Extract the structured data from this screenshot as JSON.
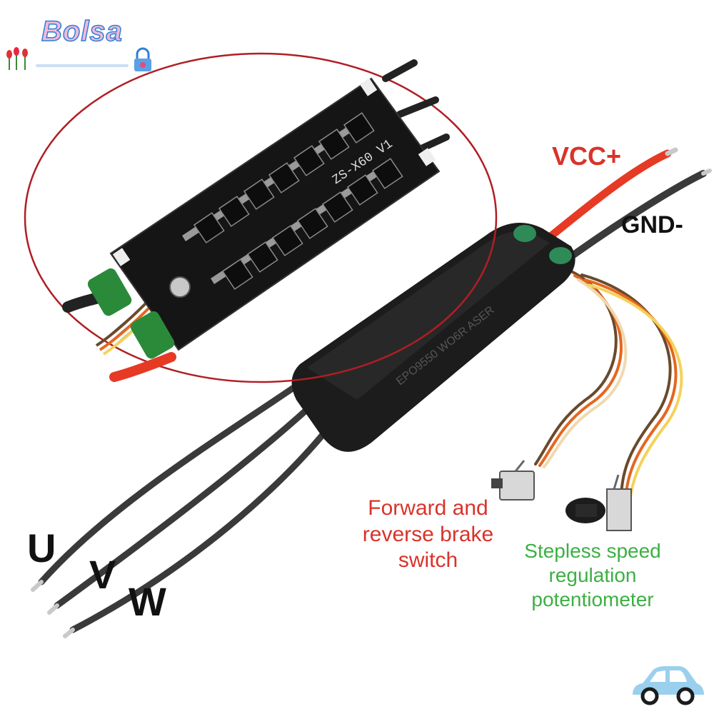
{
  "brand": {
    "name": "Bolsa"
  },
  "board": {
    "marking": "ZS-X60 V1"
  },
  "labels": {
    "vcc": "VCC+",
    "gnd": "GND-",
    "switch_line1": "Forward and",
    "switch_line2": "reverse brake",
    "switch_line3": "switch",
    "pot_line1": "Stepless speed",
    "pot_line2": "regulation",
    "pot_line3": "potentiometer",
    "phase_u": "U",
    "phase_v": "V",
    "phase_w": "W"
  },
  "colors": {
    "red_label": "#d9332a",
    "green_label": "#3cb043",
    "black_label": "#111111",
    "highlight_ellipse": "#b01e24",
    "brand_fill": "#f2b8d8",
    "brand_outline": "#2f7fd6"
  },
  "icons": [
    "tulip-icon",
    "lock-icon",
    "car-icon"
  ]
}
